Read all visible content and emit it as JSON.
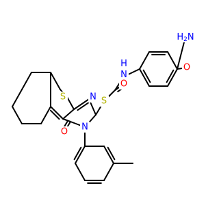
{
  "colors": {
    "bond": "#000000",
    "N": "#0000ff",
    "O": "#ff0000",
    "S": "#b3b300",
    "background": "#ffffff"
  },
  "atom_labels": {
    "S_thiophene": "S",
    "N_pyrimidine": "N",
    "S_thioether": "S",
    "O_ketone": "O",
    "N_ring": "N",
    "NH_amide": "H N",
    "O_amide": "O",
    "NH2": "H2N",
    "O_benzamide": "O"
  }
}
